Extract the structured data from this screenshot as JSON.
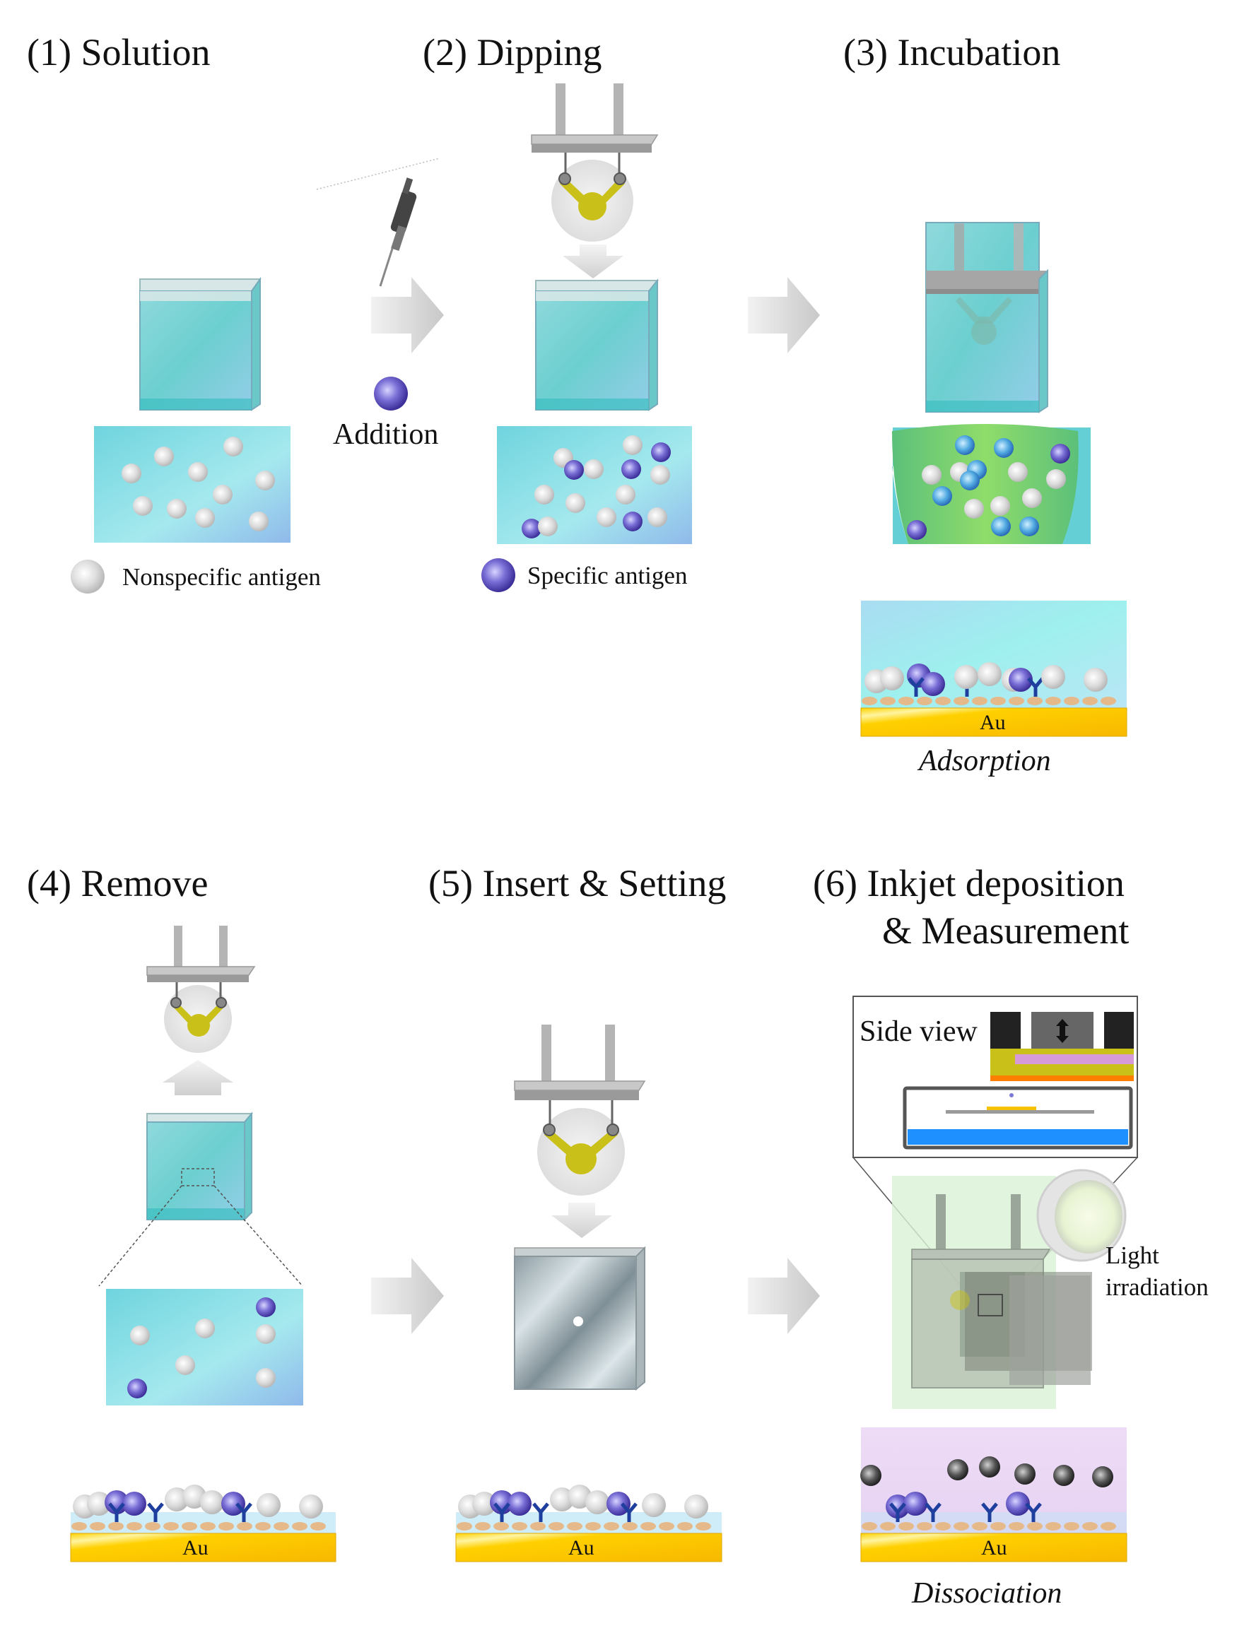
{
  "steps": {
    "s1": "(1) Solution",
    "s2": "(2) Dipping",
    "s3": "(3) Incubation",
    "s4": "(4) Remove",
    "s5": "(5) Insert & Setting",
    "s6_line1": "(6) Inkjet deposition",
    "s6_line2": "& Measurement"
  },
  "labels": {
    "addition": "Addition",
    "nonspecific_antigen": "Nonspecific antigen",
    "specific_antigen": "Specific antigen",
    "au": "Au",
    "adsorption": "Adsorption",
    "dissociation": "Dissociation",
    "side_view": "Side view",
    "light_line1": "Light",
    "light_line2": "irradiation"
  },
  "colors": {
    "solution": "#7fd6d6",
    "gold": "#f7c300",
    "antibody": "#1f3f9e",
    "specific": "#5b4fc0",
    "nonspecific": "#d8d8d8",
    "chip": "#c9c11a",
    "arrow": "#d9d9d9"
  }
}
